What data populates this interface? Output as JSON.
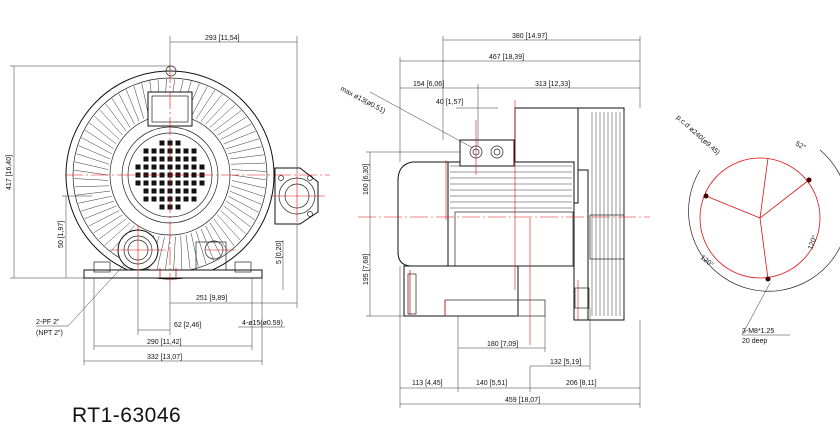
{
  "title": "RT1-63046",
  "front_view": {
    "dim_293": "293 [11,54]",
    "dim_417": "417 [16,40]",
    "dim_50": "50 [1,97]",
    "dim_5": "5 [0,20]",
    "dim_251": "251 [9,89]",
    "dim_62": "62 [2,46]",
    "dim_290": "290 [11,42]",
    "dim_332": "332 [13,07]",
    "hole_note": "4-ø15(ø0.59)",
    "port_note_1": "2-PF 2\"",
    "port_note_2": "(NPT 2\")"
  },
  "side_view": {
    "dim_380": "380 [14.97]",
    "dim_467": "467 [18,39]",
    "dim_154": "154 [6,06]",
    "dim_313": "313 [12,33]",
    "dim_40": "40 [1,57]",
    "dim_max13": "max ø13(ø0.51)",
    "dim_160": "160 [6,30]",
    "dim_195": "195 [7,68]",
    "dim_180": "180 [7,09]",
    "dim_132": "132 [5,19]",
    "dim_113": "113 [4,45]",
    "dim_140": "140 [5,51]",
    "dim_206": "206 [8,11]",
    "dim_459": "459 [18,07]"
  },
  "flange_view": {
    "pcd": "p.c.d ø240(ø9.45)",
    "angle_52": "52°",
    "angle_120a": "120°",
    "angle_120b": "120°",
    "thread_1": "3-M8*1.25",
    "thread_2": "20 deep"
  }
}
